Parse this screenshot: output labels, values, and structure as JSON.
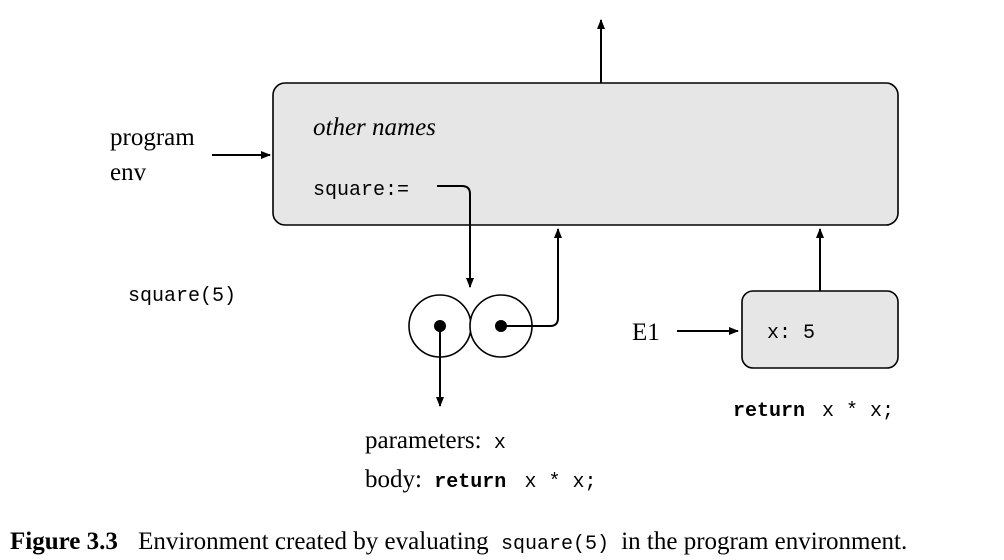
{
  "global_env": {
    "other_names": "other names",
    "binding_name": "square:="
  },
  "program_label": {
    "line1": "program",
    "line2": "env"
  },
  "call_label": "square(5)",
  "procedure": {
    "parameters_label": "parameters:",
    "parameters_value": "x",
    "body_label": "body:",
    "body_keyword": "return",
    "body_expr": "x * x;"
  },
  "frame_e1": {
    "label": "E1",
    "binding": "x: 5",
    "code_keyword": "return",
    "code_expr": "x * x;"
  },
  "caption": {
    "figure_label": "Figure 3.3",
    "text_before": "Environment created by evaluating",
    "code": "square(5)",
    "text_after": "in the program environment."
  }
}
